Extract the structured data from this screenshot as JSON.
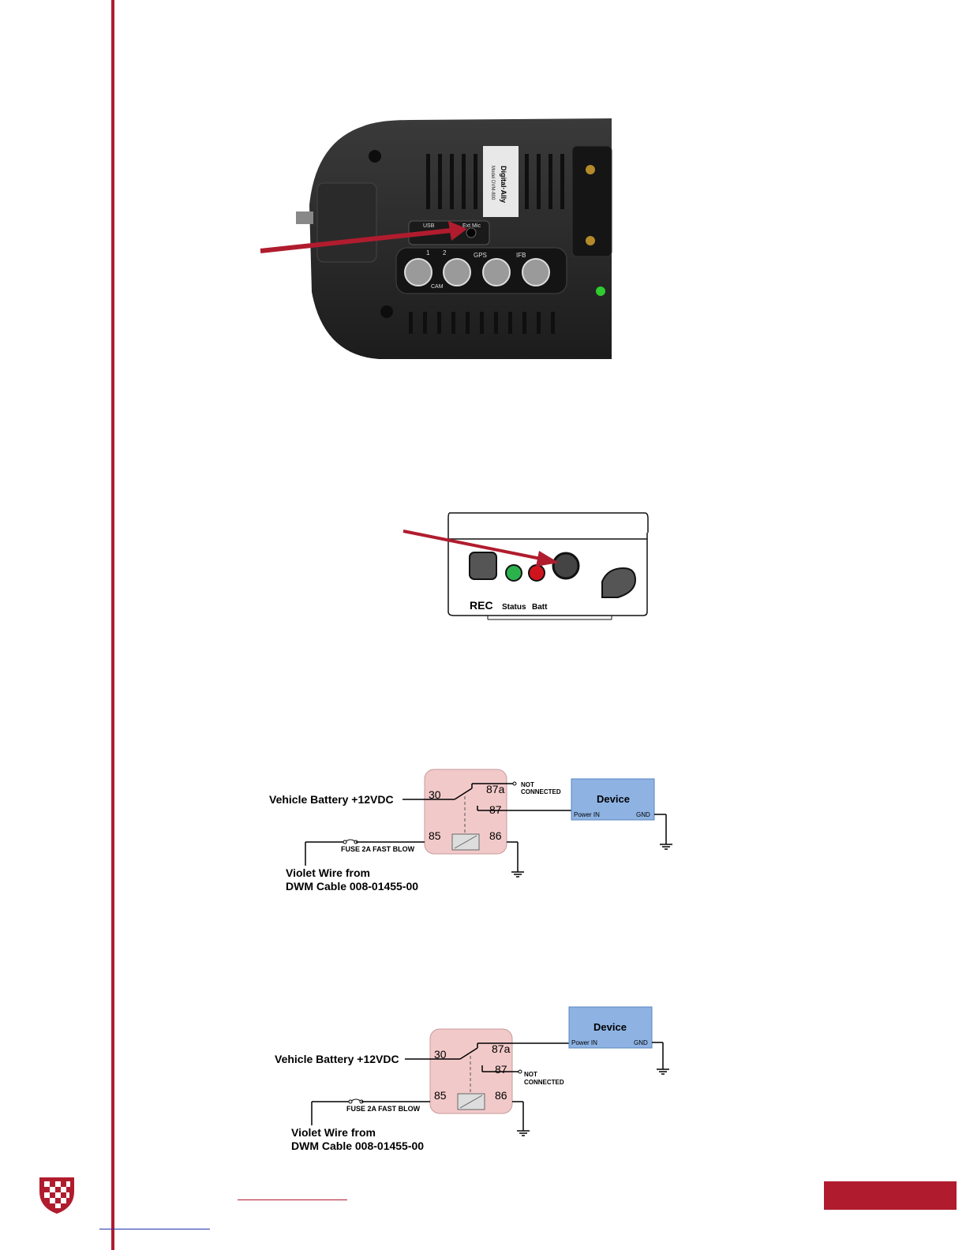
{
  "dvm_photo": {
    "label_brand": "Digital·Ally",
    "label_model": "Model DVM-800",
    "port_usb": "USB",
    "port_ext_mic": "Ext Mic",
    "port_cam1": "1",
    "port_cam2": "2",
    "port_gps": "GPS",
    "port_ifb": "IFB",
    "port_cam": "CAM"
  },
  "transmitter_diagram": {
    "rec": "REC",
    "status": "Status",
    "batt": "Batt"
  },
  "wiring_diagram_1": {
    "battery_label": "Vehicle Battery +12VDC",
    "pin_30": "30",
    "pin_87a": "87a",
    "pin_87": "87",
    "pin_85": "85",
    "pin_86": "86",
    "not_connected_1": "NOT",
    "not_connected_2": "CONNECTED",
    "device_title": "Device",
    "device_power_in": "Power IN",
    "device_gnd": "GND",
    "fuse_label": "FUSE 2A FAST BLOW",
    "violet_line1": "Violet Wire from",
    "violet_line2": "DWM Cable 008-01455-00"
  },
  "wiring_diagram_2": {
    "battery_label": "Vehicle Battery +12VDC",
    "pin_30": "30",
    "pin_87a": "87a",
    "pin_87": "87",
    "pin_85": "85",
    "pin_86": "86",
    "not_connected_1": "NOT",
    "not_connected_2": "CONNECTED",
    "device_title": "Device",
    "device_power_in": "Power IN",
    "device_gnd": "GND",
    "fuse_label": "FUSE 2A FAST BLOW",
    "violet_line1": "Violet Wire from",
    "violet_line2": "DWM Cable 008-01455-00"
  },
  "colors": {
    "accent_red": "#b01c2e",
    "relay_fill": "#f2c9c9",
    "device_fill": "#8eb3e3",
    "arrow": "#b01c2e"
  }
}
